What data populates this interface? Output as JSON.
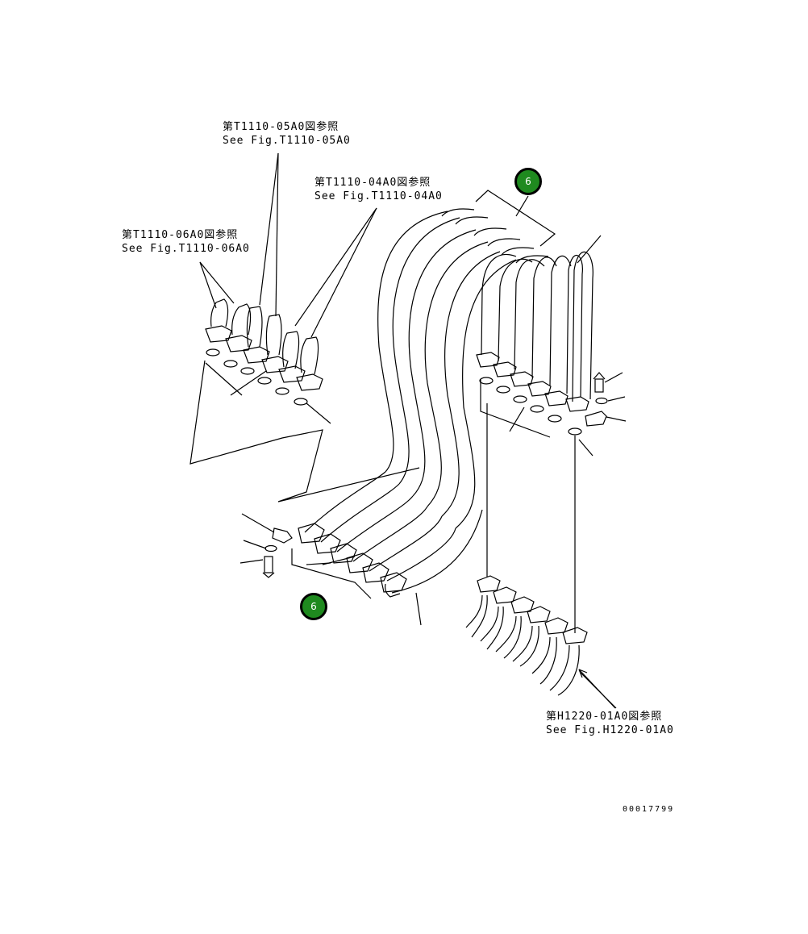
{
  "references": [
    {
      "jp": "第T1110-05A0図参照",
      "en": "See Fig.T1110-05A0"
    },
    {
      "jp": "第T1110-04A0図参照",
      "en": "See Fig.T1110-04A0"
    },
    {
      "jp": "第T1110-06A0図参照",
      "en": "See Fig.T1110-06A0"
    },
    {
      "jp": "第H1220-01A0図参照",
      "en": "See Fig.H1220-01A0"
    }
  ],
  "callouts": [
    "6",
    "6"
  ],
  "drawing_number": "00017799",
  "colors": {
    "callout_fill": "#1f8a1f",
    "line": "#000000",
    "background": "#ffffff"
  }
}
